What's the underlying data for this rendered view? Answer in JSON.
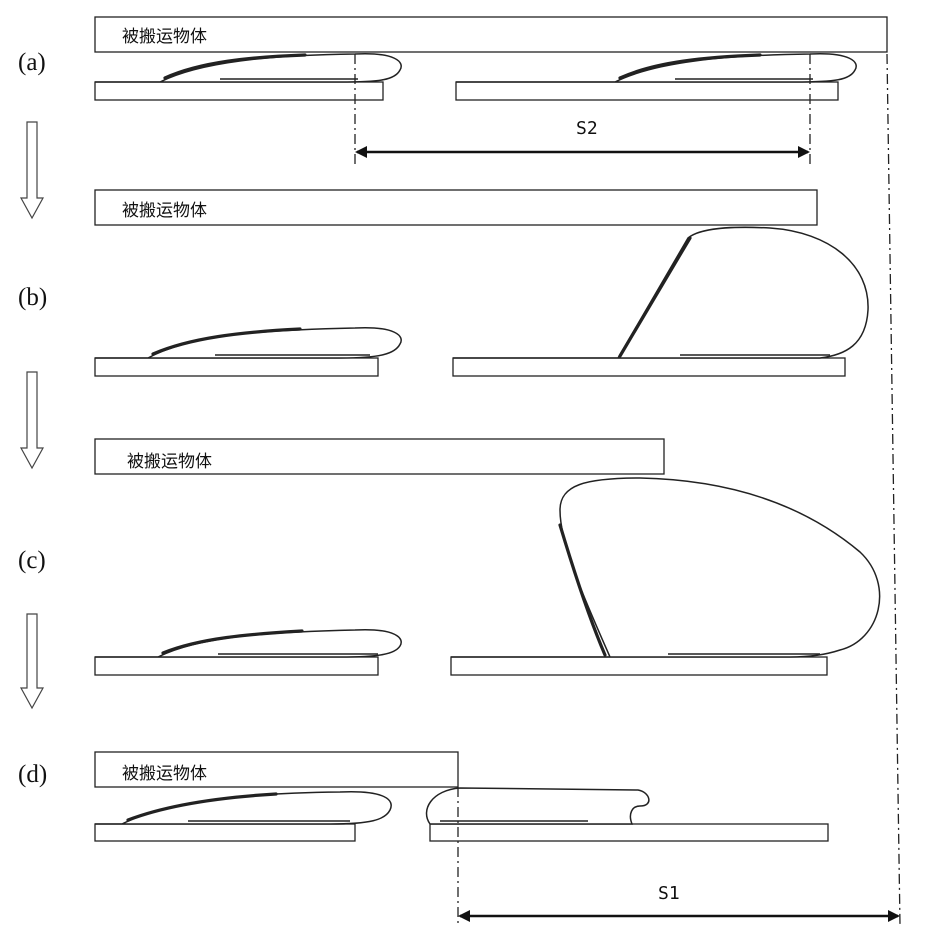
{
  "steps": [
    {
      "label": "(a)",
      "object_label": "被搬运物体"
    },
    {
      "label": "(b)",
      "object_label": "被搬运物体"
    },
    {
      "label": "(c)",
      "object_label": "被搬运物体"
    },
    {
      "label": "(d)",
      "object_label": "被搬运物体"
    }
  ],
  "dimensions": {
    "s2": "S2",
    "s1": "S1"
  },
  "icons": {
    "flow_arrow": "down-arrow-icon"
  }
}
